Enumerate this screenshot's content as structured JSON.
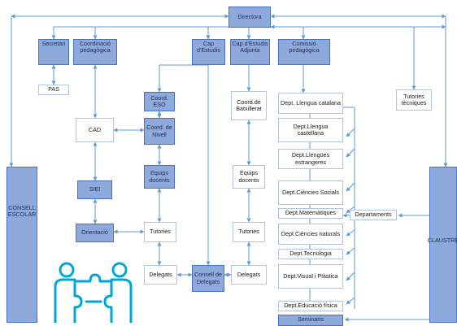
{
  "colors": {
    "accent": "#8ea9db",
    "border": "#4472c4",
    "line": "#5b9bd5",
    "icon": "#00a6d6"
  },
  "boxes": {
    "directora": "Directora",
    "secretari": "Secretari",
    "pas": "PAS",
    "coordinacio": "Coordinació pedagògica",
    "cap_estudis": "Cap d'Estudis",
    "cap_adjunta": "Cap d'Estudis Adjunta",
    "comissio": "Comissió pedagògica",
    "tutories_tecniques": "Tutories tècniques",
    "consell_escolar": "CONSELL ESCOLAR",
    "claustre": "CLAUSTRE",
    "cad": "CAD",
    "siei": "SIEI",
    "orientacio": "Orientació",
    "coord_eso": "Coord. ESO",
    "coord_nivell": "Coord. de Nivell",
    "equips_docents_1": "Equips docents",
    "tutories_1": "Tutories",
    "delegats_1": "Delegats",
    "consell_delegats": "Consell de Delegats",
    "coord_batxillerat": "Coord.de Batxillerat",
    "equips_docents_2": "Equips docents",
    "tutories_2": "Tutories",
    "delegats_2": "Delegats",
    "departaments": "Departaments",
    "seminaris": "Seminaris"
  },
  "departments": [
    "Dept. Llengua catalana",
    "Dept.Llengua castellana",
    "Dept.Llengües estrangeres",
    "Dept.Ciències Socials",
    "Dept.Matemàtiques",
    "Dept.Ciències naturals",
    "Dept.Tecnologia",
    "Dept.Visual i Plàstica",
    "Dept.Educació física"
  ]
}
